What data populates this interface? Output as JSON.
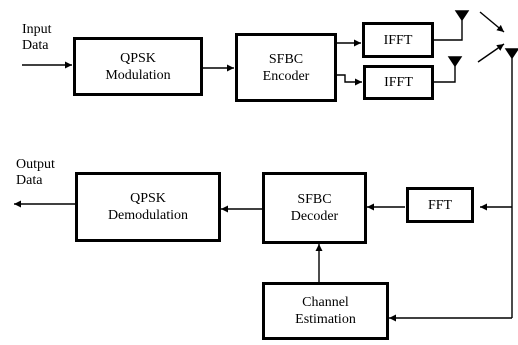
{
  "labels": {
    "input": "Input\nData",
    "output": "Output\nData"
  },
  "blocks": {
    "qpsk_mod": "QPSK\nModulation",
    "sfbc_enc": "SFBC\nEncoder",
    "ifft_top": "IFFT",
    "ifft_bottom": "IFFT",
    "qpsk_demod": "QPSK\nDemodulation",
    "sfbc_dec": "SFBC\nDecoder",
    "fft": "FFT",
    "channel_est": "Channel\nEstimation"
  },
  "colors": {
    "line": "#000000",
    "background": "#ffffff"
  },
  "icons": [
    "antenna-icon",
    "arrow-icon"
  ]
}
